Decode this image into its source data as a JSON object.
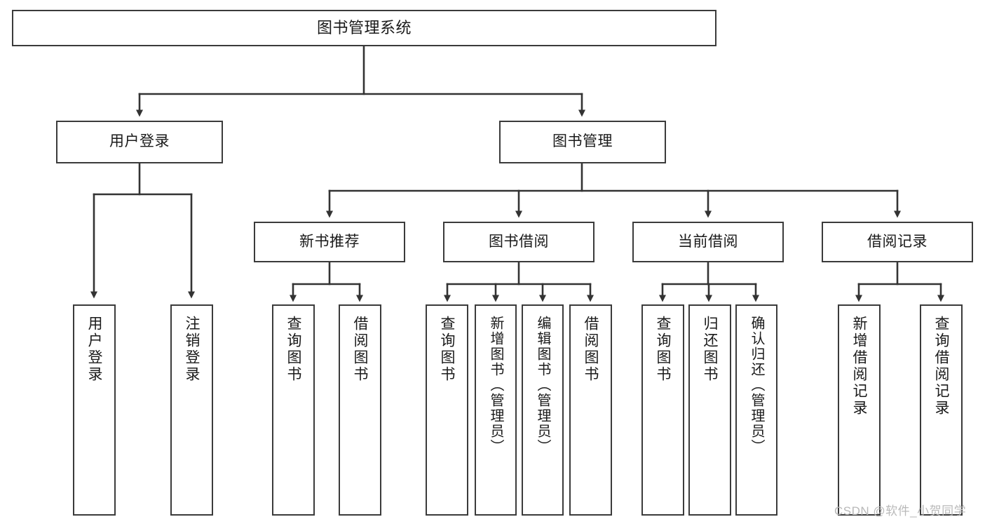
{
  "diagram": {
    "title": "图书管理系统",
    "type": "tree-hierarchy-diagram",
    "watermark": "CSDN @软件_小贺同学",
    "colors": {
      "background": "#ffffff",
      "box_border": "#3b3b3b",
      "box_fill": "#ffffff",
      "text": "#1a1a1a",
      "connector": "#333333",
      "watermark": "#b9b9b9"
    },
    "nodes": {
      "root": {
        "id": "root",
        "label": "图书管理系统",
        "level": 1,
        "orientation": "horizontal"
      },
      "level2": [
        {
          "id": "user-login",
          "label": "用户登录",
          "level": 2,
          "orientation": "horizontal"
        },
        {
          "id": "book-manage",
          "label": "图书管理",
          "level": 2,
          "orientation": "horizontal"
        }
      ],
      "level3": [
        {
          "id": "new-book-recommend",
          "label": "新书推荐",
          "level": 3,
          "orientation": "horizontal",
          "parent": "book-manage"
        },
        {
          "id": "book-borrow",
          "label": "图书借阅",
          "level": 3,
          "orientation": "horizontal",
          "parent": "book-manage"
        },
        {
          "id": "current-borrow",
          "label": "当前借阅",
          "level": 3,
          "orientation": "horizontal",
          "parent": "book-manage"
        },
        {
          "id": "borrow-record",
          "label": "借阅记录",
          "level": 3,
          "orientation": "horizontal",
          "parent": "book-manage"
        }
      ],
      "leaves": [
        {
          "id": "leaf-user-login",
          "label": "用户登录",
          "parent": "user-login",
          "orientation": "vertical"
        },
        {
          "id": "leaf-user-logout",
          "label": "注销登录",
          "parent": "user-login",
          "orientation": "vertical"
        },
        {
          "id": "leaf-query-book-1",
          "label": "查询图书",
          "parent": "new-book-recommend",
          "orientation": "vertical"
        },
        {
          "id": "leaf-borrow-book-1",
          "label": "借阅图书",
          "parent": "new-book-recommend",
          "orientation": "vertical"
        },
        {
          "id": "leaf-query-book-2",
          "label": "查询图书",
          "parent": "book-borrow",
          "orientation": "vertical"
        },
        {
          "id": "leaf-add-book",
          "label": "新增图书（管理员）",
          "parent": "book-borrow",
          "orientation": "vertical"
        },
        {
          "id": "leaf-edit-book",
          "label": "编辑图书（管理员）",
          "parent": "book-borrow",
          "orientation": "vertical"
        },
        {
          "id": "leaf-borrow-book-2",
          "label": "借阅图书",
          "parent": "book-borrow",
          "orientation": "vertical"
        },
        {
          "id": "leaf-query-book-3",
          "label": "查询图书",
          "parent": "current-borrow",
          "orientation": "vertical"
        },
        {
          "id": "leaf-return-book",
          "label": "归还图书",
          "parent": "current-borrow",
          "orientation": "vertical"
        },
        {
          "id": "leaf-confirm-return",
          "label": "确认归还（管理员）",
          "parent": "current-borrow",
          "orientation": "vertical"
        },
        {
          "id": "leaf-add-record",
          "label": "新增借阅记录",
          "parent": "borrow-record",
          "orientation": "vertical"
        },
        {
          "id": "leaf-query-record",
          "label": "查询借阅记录",
          "parent": "borrow-record",
          "orientation": "vertical"
        }
      ]
    }
  }
}
